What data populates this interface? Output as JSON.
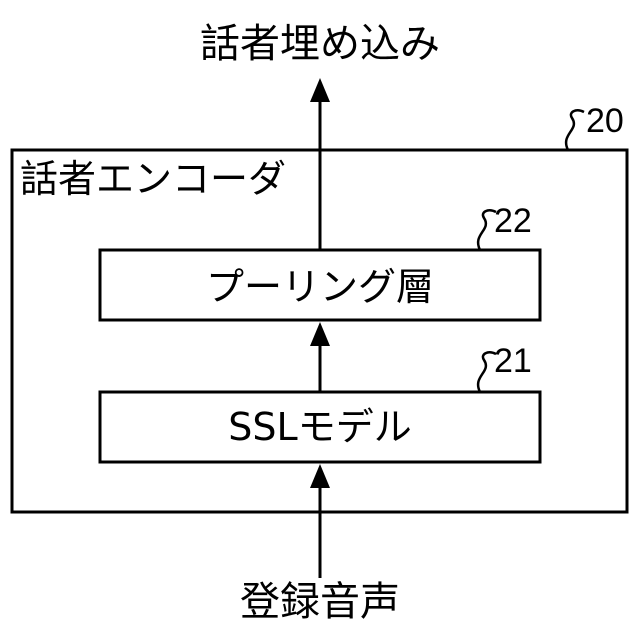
{
  "diagram": {
    "output_label": "話者埋め込み",
    "input_label": "登録音声",
    "encoder": {
      "label": "話者エンコーダ",
      "ref": "20"
    },
    "pooling_layer": {
      "label": "プーリング層",
      "ref": "22"
    },
    "ssl_model": {
      "label": "SSLモデル",
      "ref": "21"
    }
  }
}
